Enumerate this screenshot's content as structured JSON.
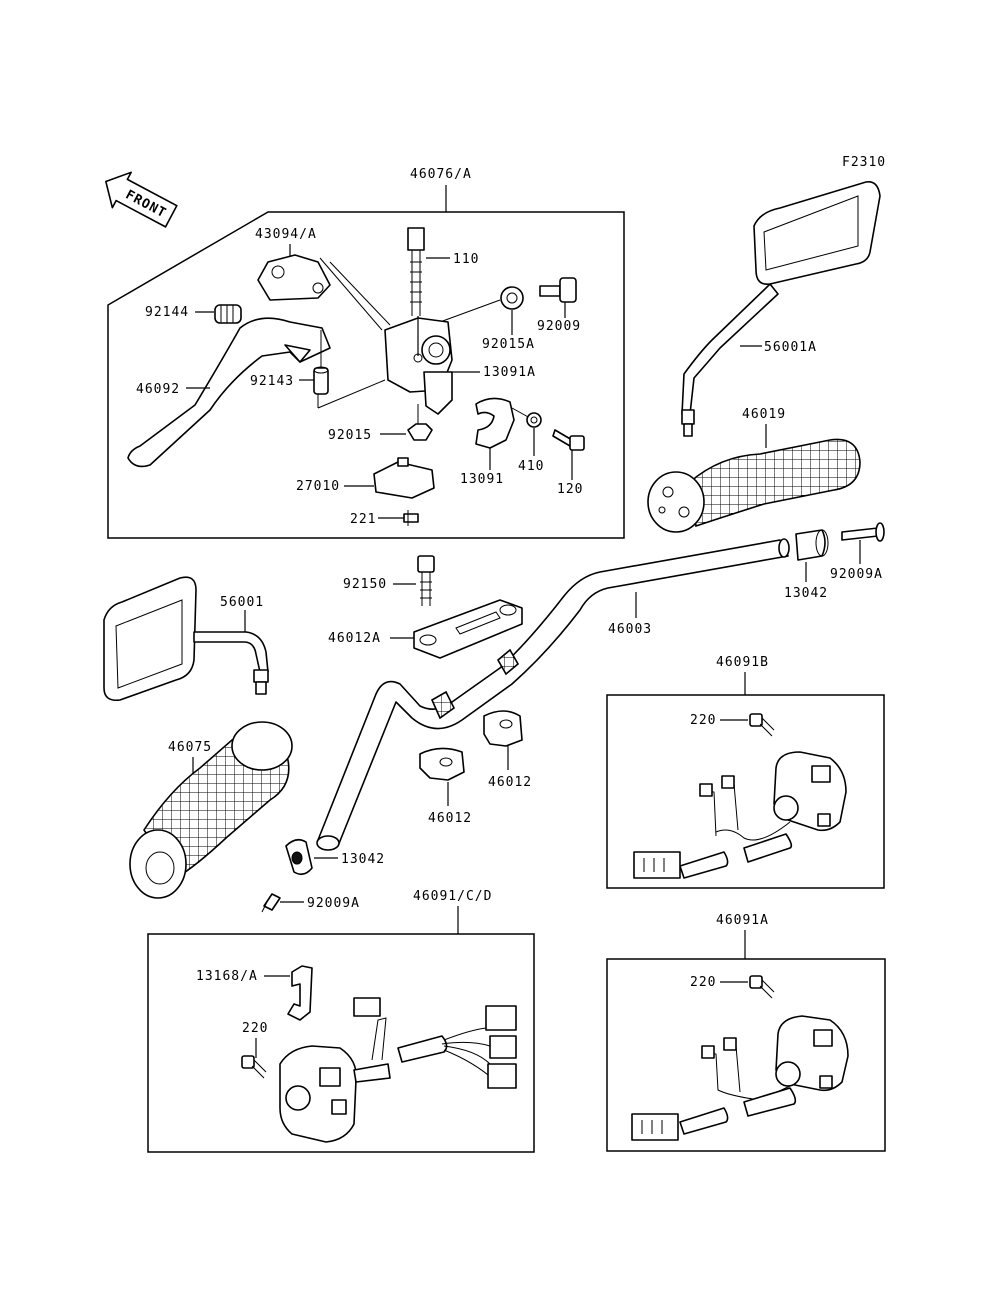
{
  "figure_code": "F2310",
  "front_label": "FRONT",
  "labels": {
    "l46076A": "46076/A",
    "l43094A": "43094/A",
    "l110": "110",
    "l92144": "92144",
    "l92009": "92009",
    "l92015A": "92015A",
    "l46092": "46092",
    "l92143": "92143",
    "l13091A": "13091A",
    "l92015": "92015",
    "l410": "410",
    "l120": "120",
    "l13091": "13091",
    "l27010": "27010",
    "l221": "221",
    "l56001A": "56001A",
    "l46019": "46019",
    "l13042r": "13042",
    "l92009Ar": "92009A",
    "l92150": "92150",
    "l46012A": "46012A",
    "l46003": "46003",
    "l56001": "56001",
    "l46091B": "46091B",
    "l220a": "220",
    "l46075": "46075",
    "l46012a": "46012",
    "l46012b": "46012",
    "l13042l": "13042",
    "l92009Al": "92009A",
    "l46091CD": "46091/C/D",
    "l13168A": "13168/A",
    "l220b": "220",
    "l46091A": "46091A",
    "l220c": "220"
  }
}
